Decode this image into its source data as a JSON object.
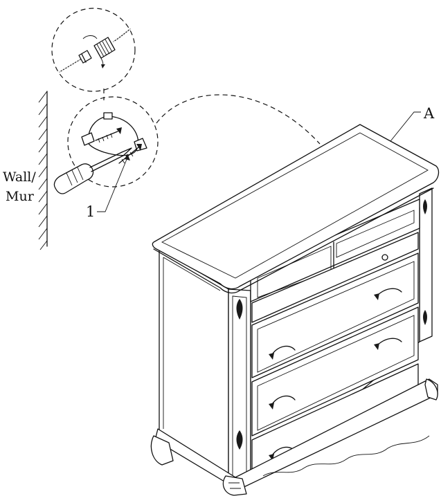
{
  "labels": {
    "part_label": "A",
    "step_number": "1",
    "wall_label_en": "Wall/",
    "wall_label_fr": "Mur"
  },
  "colors": {
    "line": "#111111",
    "background": "#ffffff"
  }
}
